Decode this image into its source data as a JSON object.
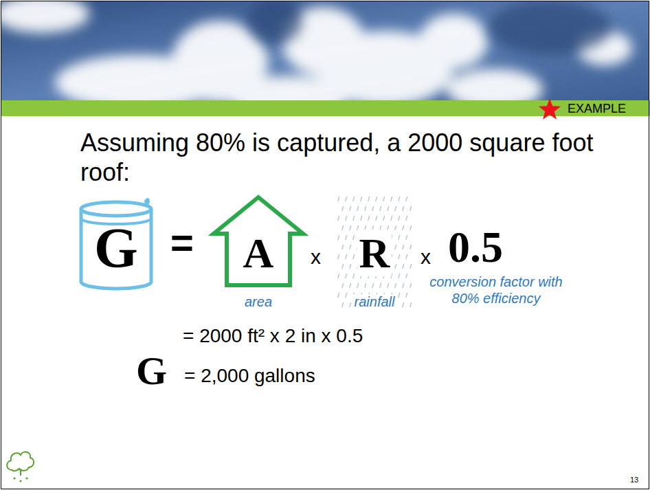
{
  "diagram": {
    "title": "Assuming 80% is captured, a 2000 square foot roof:",
    "nodes": [
      {
        "text": [
          "G"
        ]
      },
      {
        "text": [
          "A",
          "area"
        ]
      },
      {
        "text": [
          "R",
          "rainfall"
        ]
      }
    ],
    "labels": [
      "EXAMPLE",
      "=",
      "x",
      "x",
      "0.5",
      "conversion factor with 80% efficiency",
      "= 2000 ft² x 2 in x 0.5",
      "G",
      "= 2,000 gallons",
      "13"
    ]
  }
}
